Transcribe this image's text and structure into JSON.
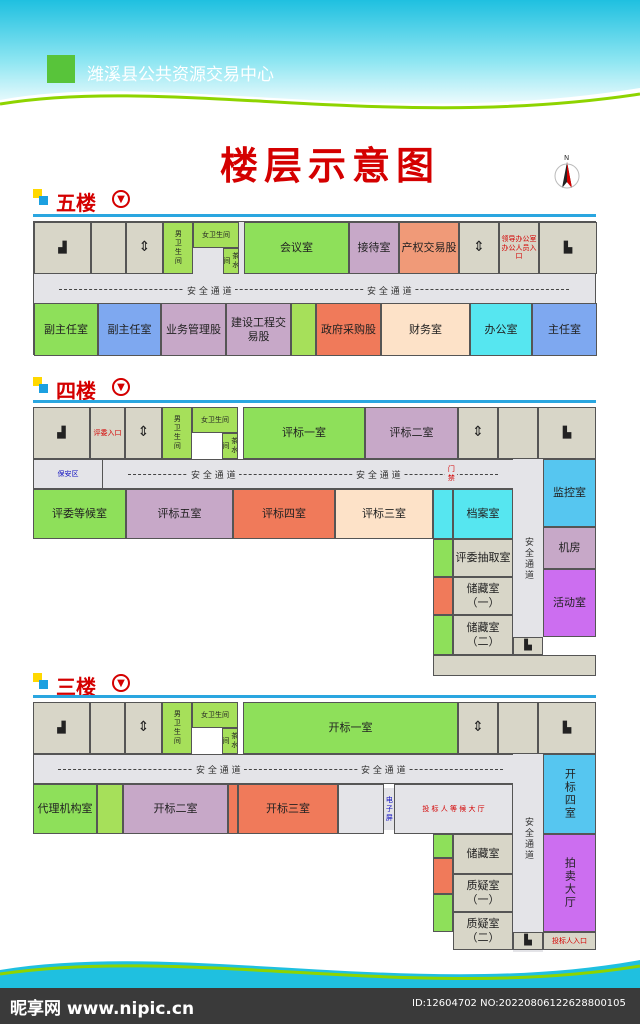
{
  "header": {
    "org_name": "潍溪县公共资源交易中心",
    "page_title": "楼层示意图",
    "compass": "N"
  },
  "floors": {
    "f5": {
      "title": "五楼",
      "rooms": {
        "male_wc": "男卫生间",
        "female_wc": "女卫生间",
        "tea": "茶水间",
        "meeting": "会议室",
        "reception": "接待室",
        "property": "产权交易股",
        "vip": "领导办公室",
        "staff_entry": "办公人员入口",
        "vice1": "副主任室",
        "vice2": "副主任室",
        "business": "业务管理股",
        "construction": "建设工程交易股",
        "gov": "政府采购股",
        "finance": "财务室",
        "office": "办公室",
        "director": "主任室"
      },
      "hall": [
        "安 全 通 道",
        "安 全 通 道"
      ]
    },
    "f4": {
      "title": "四楼",
      "rooms": {
        "judge_entry": "评委入口",
        "male_wc": "男卫生间",
        "female_wc": "女卫生间",
        "tea": "茶水间",
        "eval1": "评标一室",
        "eval2": "评标二室",
        "security": "保安区",
        "door": "门禁",
        "waiting": "评委等候室",
        "eval5": "评标五室",
        "eval4": "评标四室",
        "eval3": "评标三室",
        "archive": "档案室",
        "monitor": "监控室",
        "machine": "机房",
        "draw": "评委抽取室",
        "activity": "活动室",
        "storage1": "储藏室（一）",
        "storage2": "储藏室（二）"
      },
      "hall": [
        "安 全 通 道",
        "安 全 通 道",
        "安全通道"
      ]
    },
    "f3": {
      "title": "三楼",
      "rooms": {
        "male_wc": "男卫生间",
        "female_wc": "女卫生间",
        "tea": "茶水间",
        "open1": "开标一室",
        "agency": "代理机构室",
        "open2": "开标二室",
        "open3": "开标三室",
        "screen": "电子屏",
        "lobby": "投 标 人 等 候 大 厅",
        "open4": "开标四室",
        "auction": "拍卖大厅",
        "storage": "储藏室",
        "q1": "质疑室（一）",
        "q2": "质疑室（二）",
        "bidder_entry": "投标人入口"
      },
      "hall": [
        "安 全 通 道",
        "安 全 通 道",
        "安全通道"
      ]
    }
  },
  "footer": {
    "watermark": "昵享网 www.nipic.cn",
    "id_text": "ID:12604702 NO:20220806122628800105"
  },
  "colors": {
    "title_red": "#d40000",
    "accent_blue": "#2aa6e0",
    "green": "#8ee05a",
    "purple": "#c7a8c8",
    "salmon": "#f07a5a",
    "peach": "#fde2c8",
    "cyan": "#56e6f0",
    "blue": "#7ea8f0",
    "violet": "#cc6ef0"
  }
}
